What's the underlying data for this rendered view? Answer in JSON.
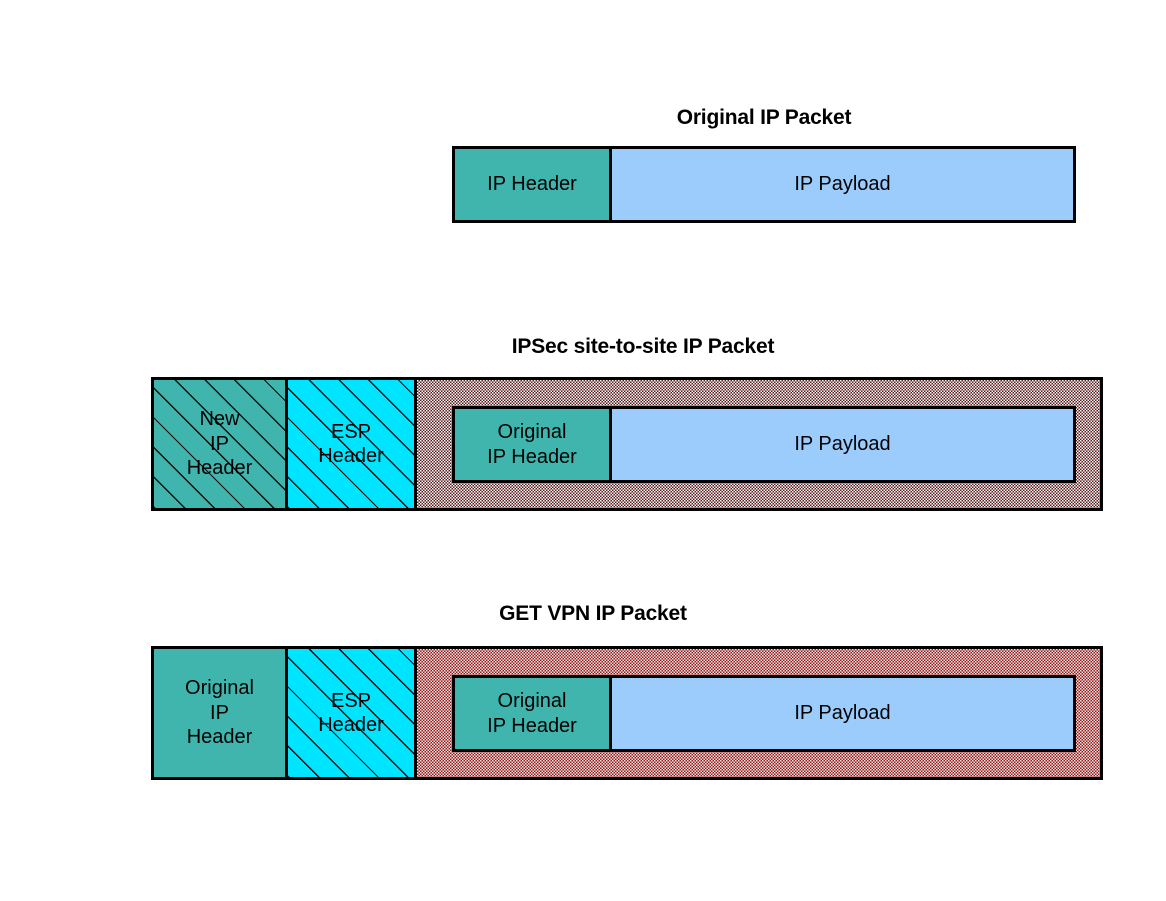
{
  "page": {
    "background_color": "#ffffff"
  },
  "palette": {
    "header_teal": "#3fb5ad",
    "payload_blue": "#9bccfc",
    "esp_cyan": "#00e5ff",
    "encrypted_gray_stipple": "#efe6e6",
    "encrypted_pink_stipple": "#f6d2d2",
    "outline": "#000000"
  },
  "diagrams": [
    {
      "id": "original-ip-packet",
      "title": "Original IP Packet",
      "segments": {
        "ip_header": "IP Header",
        "ip_payload": "IP Payload"
      }
    },
    {
      "id": "ipsec-site-to-site-packet",
      "title": "IPSec site-to-site IP Packet",
      "segments": {
        "new_ip_header": "New\nIP\nHeader",
        "new_ip_header_line1": "New",
        "new_ip_header_line2": "IP",
        "new_ip_header_line3": "Header",
        "esp_header_line1": "ESP",
        "esp_header_line2": "Header",
        "original_ip_header_line1": "Original",
        "original_ip_header_line2": "IP Header",
        "ip_payload": "IP Payload"
      }
    },
    {
      "id": "get-vpn-ip-packet",
      "title": "GET VPN IP Packet",
      "segments": {
        "original_ip_header_line1": "Original",
        "original_ip_header_line2": "IP",
        "original_ip_header_line3": "Header",
        "esp_header_line1": "ESP",
        "esp_header_line2": "Header",
        "inner_ip_header_line1": "Original",
        "inner_ip_header_line2": "IP Header",
        "ip_payload": "IP Payload"
      }
    }
  ]
}
